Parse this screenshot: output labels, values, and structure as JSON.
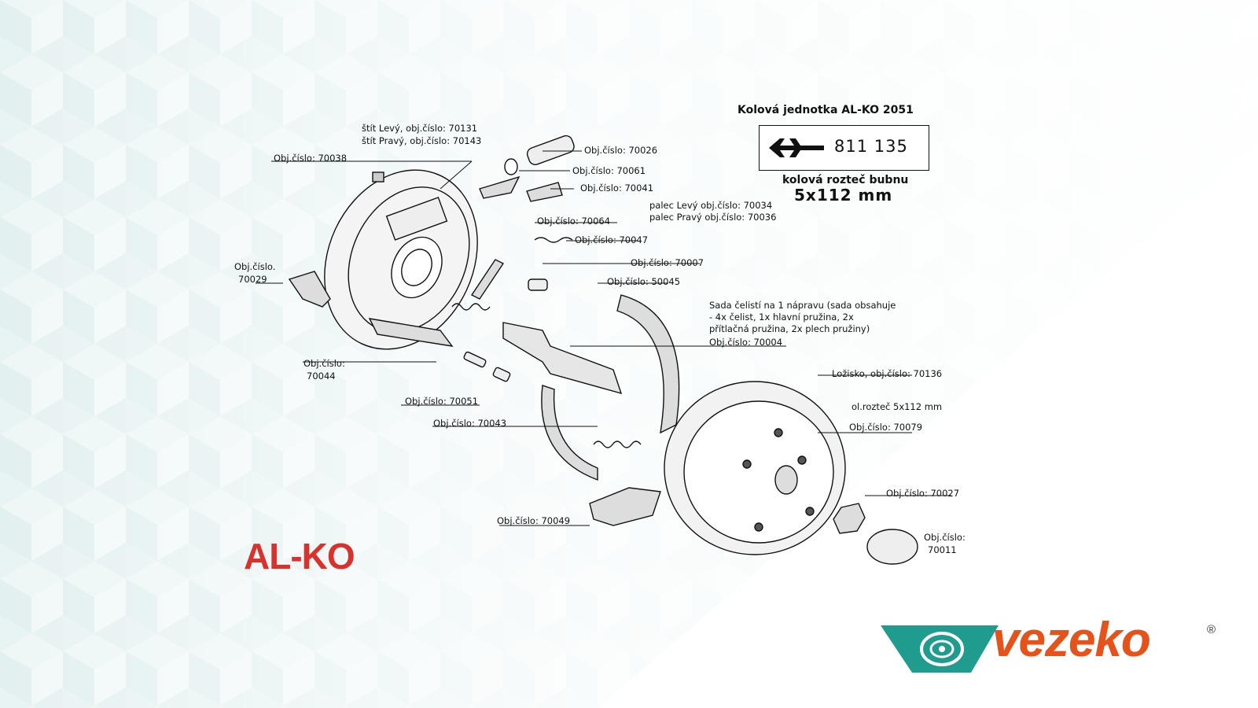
{
  "title": {
    "heading": "Kolová jednotka AL-KO 2051",
    "part_number": "811 135",
    "pitch_label": "kolová rozteč bubnu",
    "pitch_value": "5x112 mm"
  },
  "labels": {
    "stit": "štít Levý, obj.číslo: 70131",
    "stit2": "štít Pravý, obj.číslo: 70143",
    "p70038": "Obj.číslo: 70038",
    "p70026": "Obj.číslo: 70026",
    "p70061": "Obj.číslo: 70061",
    "p70041": "Obj.číslo: 70041",
    "palec1": "palec Levý obj.číslo: 70034",
    "palec2": "palec Pravý obj.číslo: 70036",
    "p70064": "Obj.číslo: 70064",
    "p70047": "Obj.číslo: 70047",
    "p70029a": "Obj.číslo.",
    "p70029b": "70029",
    "p70007": "Obj.číslo: 70007",
    "p50045": "Obj.číslo: 50045",
    "sada1": "Sada čelistí na 1 nápravu (sada obsahuje",
    "sada2": "- 4x čelist, 1x hlavní pružina, 2x",
    "sada3": "přítlačná pružina, 2x plech pružiny)",
    "sada4": "Obj.číslo: 70004",
    "p70044a": "Obj.číslo:",
    "p70044b": "70044",
    "lozisko": "Ložisko, obj.číslo: 70136",
    "roztec": "ol.rozteč  5x112 mm",
    "p70079": "Obj.číslo:  70079",
    "p70051": "Obj.číslo: 70051",
    "p70043": "Obj.číslo: 70043",
    "p70027": "Obj.číslo: 70027",
    "p70049": "Obj.číslo: 70049",
    "p70011a": "Obj.číslo:",
    "p70011b": "70011"
  },
  "logos": {
    "alko": "AL-KO",
    "vezeko": "vezeko",
    "registered": "®"
  },
  "colors": {
    "alko_red": "#d9312b",
    "vezeko_orange": "#e5531a",
    "vezeko_teal": "#1f9c8e"
  }
}
